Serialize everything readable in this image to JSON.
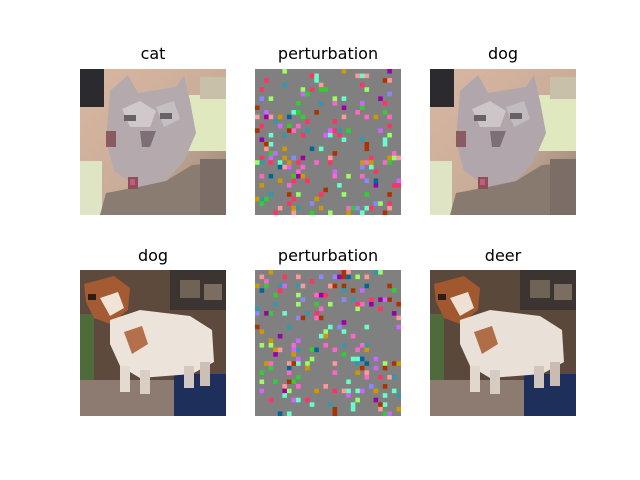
{
  "figure": {
    "rows": [
      {
        "panels": [
          {
            "title": "cat",
            "kind": "image",
            "subject": "cat"
          },
          {
            "title": "perturbation",
            "kind": "noise",
            "subject": "perturbation"
          },
          {
            "title": "dog",
            "kind": "image",
            "subject": "cat"
          }
        ]
      },
      {
        "panels": [
          {
            "title": "dog",
            "kind": "image",
            "subject": "dog"
          },
          {
            "title": "perturbation",
            "kind": "noise",
            "subject": "perturbation"
          },
          {
            "title": "deer",
            "kind": "image",
            "subject": "dog"
          }
        ]
      }
    ],
    "colors": {
      "noise_background": "#808080",
      "noise_pixels": [
        "#ff66cc",
        "#33cc33",
        "#9900aa",
        "#ff9999",
        "#3399aa",
        "#8888ff",
        "#cc9900",
        "#ff3366",
        "#66ffcc",
        "#006699",
        "#cc66ff",
        "#99ff66",
        "#aa3300"
      ]
    }
  }
}
